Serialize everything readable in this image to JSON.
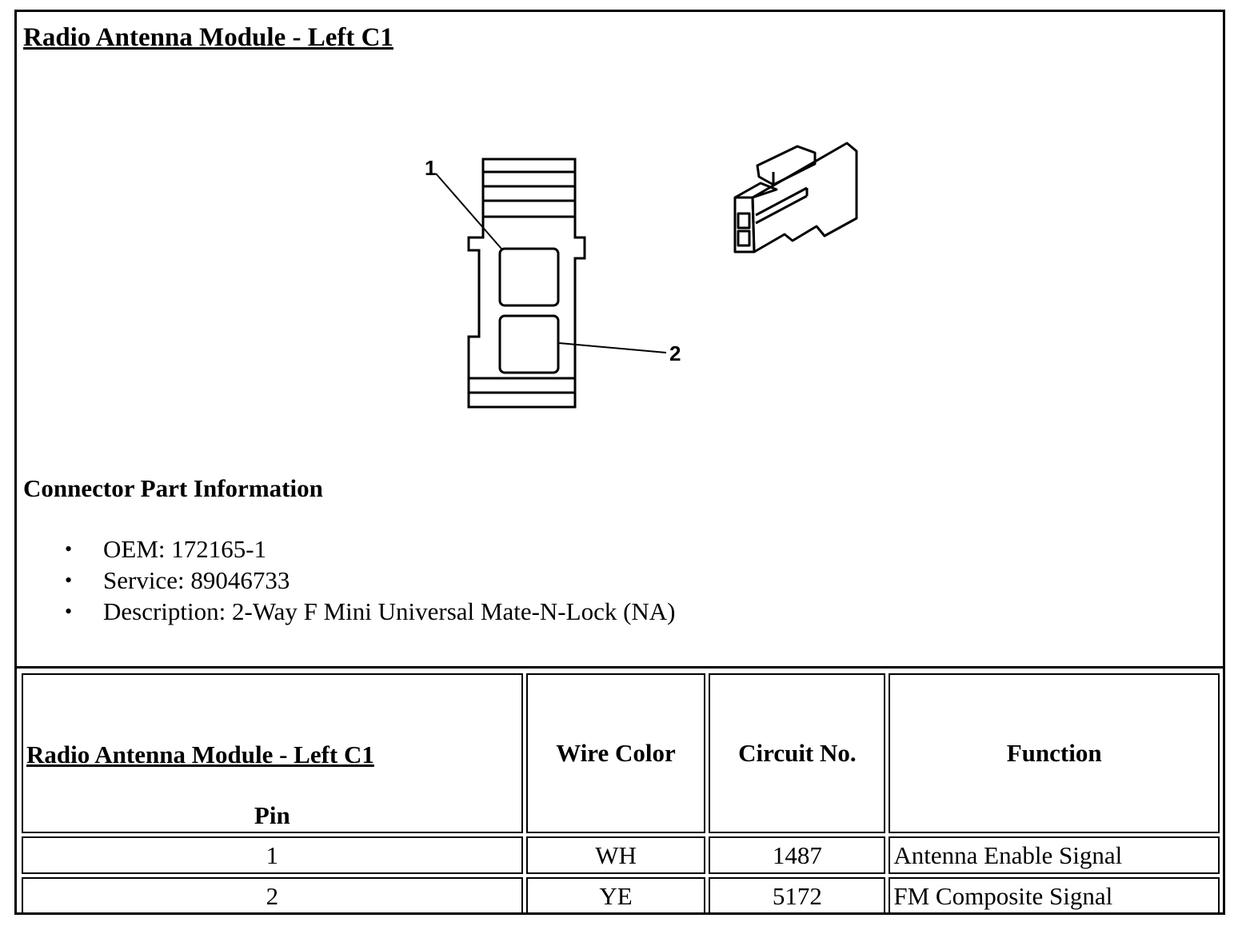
{
  "title": "Radio Antenna Module - Left C1",
  "figure": {
    "callouts": [
      "1",
      "2"
    ],
    "front_view_icon": "connector-front-view-icon",
    "isometric_icon": "connector-isometric-icon"
  },
  "connector_info": {
    "heading": "Connector Part Information",
    "items": [
      "OEM: 172165-1",
      "Service: 89046733",
      "Description: 2-Way F Mini Universal Mate-N-Lock (NA)"
    ]
  },
  "table": {
    "headers": {
      "pin_title": "Radio Antenna Module - Left C1",
      "pin_label": "Pin",
      "wire_color": "Wire Color",
      "circuit_no": "Circuit No.",
      "function": "Function"
    },
    "rows": [
      {
        "pin": "1",
        "wire_color": "WH",
        "circuit_no": "1487",
        "function": "Antenna Enable Signal"
      },
      {
        "pin": "2",
        "wire_color": "YE",
        "circuit_no": "5172",
        "function": "FM Composite Signal"
      }
    ]
  }
}
